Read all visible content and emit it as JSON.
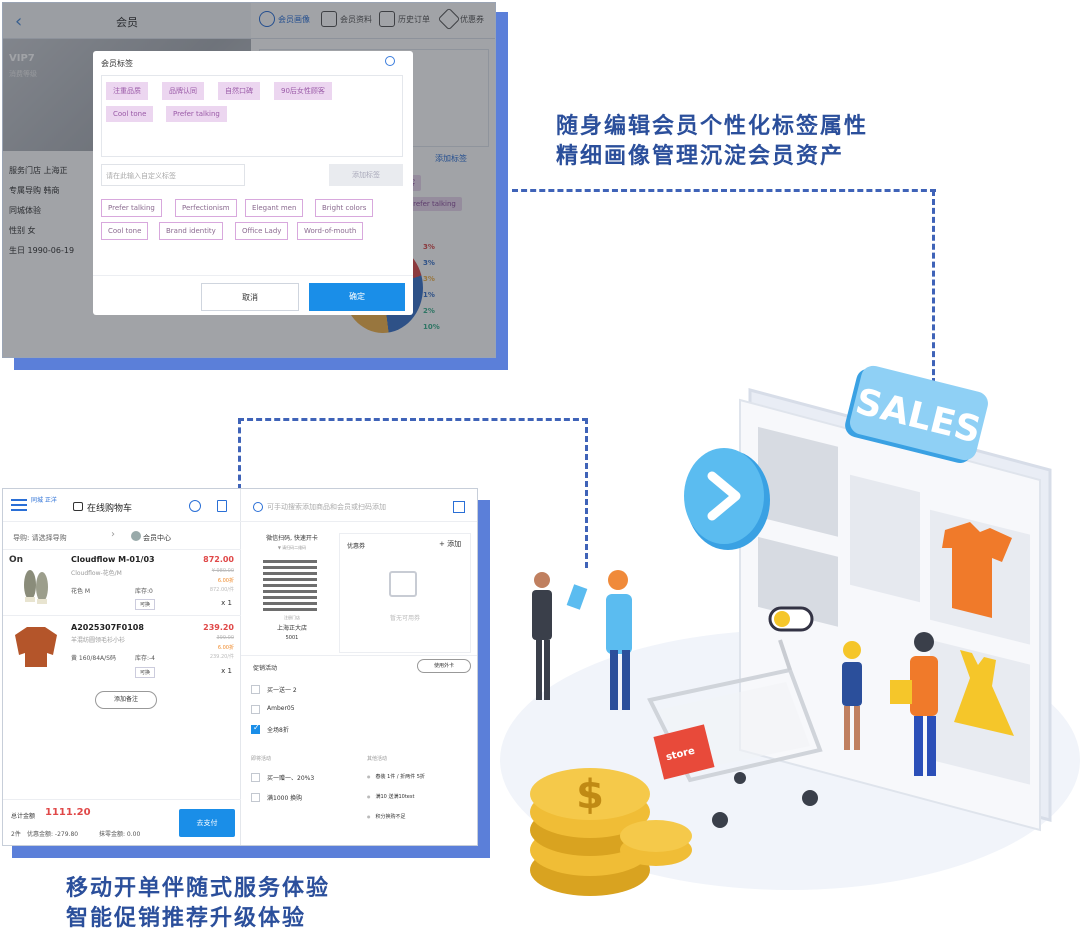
{
  "captions": {
    "top_line1": "随身编辑会员个性化标签属性",
    "top_line2": "精细画像管理沉淀会员资产",
    "bottom_line1": "移动开单伴随式服务体验",
    "bottom_line2": "智能促销推荐升级体验"
  },
  "member_screen": {
    "header_title": "会员",
    "tabs": [
      "会员画像",
      "会员资料",
      "历史订单",
      "优惠券"
    ],
    "vip_level": "VIP7",
    "vip_sub": "消费等级",
    "info_rows": [
      "服务门店 上海正",
      "专属导购 韩商",
      "同城体验",
      "性别 女",
      "生日 1990-06-19"
    ],
    "add_tag_link": "添加标签",
    "side_tags": [
      "顾客",
      "Prefer talking"
    ],
    "percent_labels": [
      "3%",
      "3%",
      "3%",
      "1%",
      "2%",
      "10%"
    ],
    "dialog": {
      "title": "会员标签",
      "selected_tags": [
        "注重品质",
        "品牌认同",
        "自然口碑",
        "90后女性顾客",
        "Cool tone",
        "Prefer talking"
      ],
      "input_placeholder": "请在此输入自定义标签",
      "add_button": "添加标签",
      "options": [
        "Prefer talking",
        "Perfectionism",
        "Elegant men",
        "Bright colors",
        "Cool tone",
        "Brand identity",
        "Office Lady",
        "Word-of-mouth"
      ],
      "cancel": "取消",
      "confirm": "确定"
    }
  },
  "pos_screen": {
    "brand": "同城 正洋",
    "cart_title": "在线购物车",
    "guide_placeholder": "导购: 请选择导购",
    "member_center": "会员中心",
    "items": [
      {
        "name": "Cloudflow M-01/03",
        "sub": "Cloudflow-花色/M",
        "spec": "花色 M",
        "stock": "库存:0",
        "price": "872.00",
        "orig": "¥ 980.00",
        "disc": "6.00折",
        "disc2": "872.00/件",
        "sel": "可换",
        "qty": "x 1"
      },
      {
        "name": "A2025307F0108",
        "sub": "羊混纺圆领毛衫小衫",
        "spec": "黄 160/84A/S码",
        "stock": "库存:-4",
        "price": "239.20",
        "orig": "399.00",
        "disc": "6.00折",
        "disc2": "239.20/件",
        "sel": "可换",
        "qty": "x 1"
      }
    ],
    "add_note": "添加备注",
    "total_label": "总计金额",
    "total": "1111.20",
    "count": "2件",
    "discount": "优惠金额: -279.80",
    "wipe": "抹零金额: 0.00",
    "pay": "去支付",
    "search_placeholder": "可手动搜索添加商品和会员或扫码添加",
    "qr_label": "微信扫码, 快速开卡",
    "qr_sub": "▼ 请扫码二维码",
    "qr_store_sub": "注册门店",
    "qr_store": "上海正大店",
    "qr_code": "5001",
    "coupon_title": "优惠券",
    "coupon_add": "+ 添加",
    "coupon_empty": "暂无可用券",
    "promo_title": "促销活动",
    "member_card": "使用外卡",
    "promos": [
      {
        "label": "买一送一 2",
        "checked": false
      },
      {
        "label": "Amber05",
        "checked": false
      },
      {
        "label": "全场8折",
        "checked": true
      }
    ],
    "section_a": "即将活动",
    "section_b": "其他活动",
    "section_a_items": [
      {
        "label": "买一赠一、20%3",
        "checked": false
      },
      {
        "label": "满1000 换购",
        "checked": false
      }
    ],
    "section_b_items": [
      "春装 1件 / 折两件 5折",
      "满10 送满10test",
      "积分换购不足"
    ]
  },
  "illustration": {
    "sales_sign": "SALES",
    "store_label": "store"
  },
  "colors": {
    "caption": "#2b4f9b",
    "accent_blue": "#1a8ee8",
    "frame_shadow": "#5b7fd9",
    "price_red": "#e04848",
    "tag_purple": "#ecd6f0"
  }
}
